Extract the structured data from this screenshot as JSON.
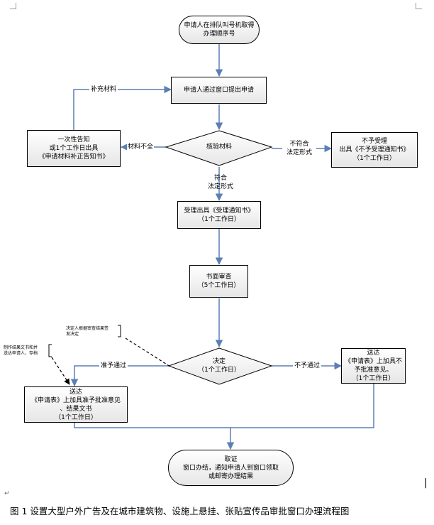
{
  "nodes": {
    "start": "申请人在排队叫号机取得\n办理顺序号",
    "submit": "申请人通过窗口提出申请",
    "check": "核验材料",
    "notify_once": "一次性告知\n或1个工作日出具\n《申请材料补正告知书》",
    "reject_accept": "不予受理\n出具《不予受理通知书》\n（1个工作日）",
    "accept": "受理出具《受理通知书》\n（1个工作日）",
    "review": "书面审查\n（5个工作日）",
    "decide": "决定\n（1个工作日）",
    "deliver_reject": "送达\n《申请表》上加具不\n予批准意见。\n（1个工作日）",
    "deliver_approve": "送达\n《申请表》上加具准予批准意见\n、结果文书\n（1个工作日）",
    "finish": "取证\n窗口办结，通知申请人到窗口领取\n或邮寄办理结果"
  },
  "edge_labels": {
    "supplement": "补充材料",
    "incomplete": "材料不全",
    "not_conform": "不符合\n法定形式",
    "conform": "符合\n法定形式",
    "approve": "准予通过",
    "deny": "不予通过"
  },
  "notes": {
    "decision_note": "决定人根据审查结果签\n发决定",
    "result_note": "制作结果文书和并\n送达申请人，存档"
  },
  "caption": "图 1 设置大型户外广告及在城市建筑物、设施上悬挂、张贴宣传品审批窗口办理流程图",
  "colors": {
    "connector": "#5b7fb5",
    "border": "#000000"
  }
}
